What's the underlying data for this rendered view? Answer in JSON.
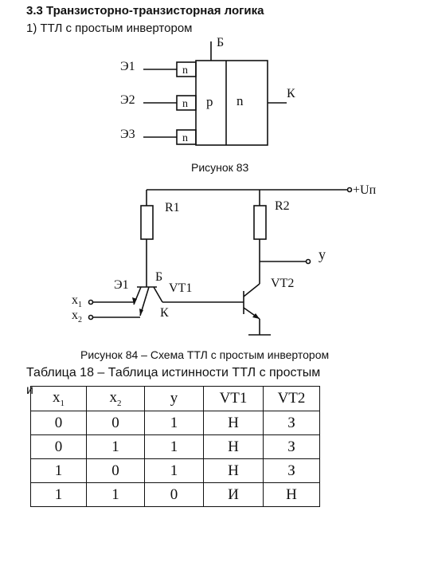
{
  "section": {
    "heading": "3.3 Транзисторно-транзисторная логика",
    "subheading": "1) ТТЛ с простым инвертором"
  },
  "figure83": {
    "caption": "Рисунок 83",
    "labels": {
      "emitter1": "Э1",
      "emitter2": "Э2",
      "emitter3": "Э3",
      "base": "Б",
      "collector": "К",
      "n": "n",
      "p": "p"
    }
  },
  "figure84": {
    "caption": "Рисунок 84 – Схема ТТЛ с простым инвертором",
    "labels": {
      "supply": "+Uп",
      "r1": "R1",
      "r2": "R2",
      "output": "y",
      "e1": "Э1",
      "base": "Б",
      "vt1": "VT1",
      "collector": "К",
      "vt2": "VT2",
      "x": "x",
      "sub1": "1",
      "sub2": "2"
    }
  },
  "table18": {
    "caption": "Таблица 18 – Таблица истинности ТТЛ с простым",
    "lead": "и",
    "headers": [
      {
        "base": "x",
        "sub": "1"
      },
      {
        "base": "x",
        "sub": "2"
      },
      {
        "base": "y",
        "sub": ""
      },
      {
        "base": "VT1",
        "sub": ""
      },
      {
        "base": "VT2",
        "sub": ""
      }
    ],
    "rows": [
      [
        "0",
        "0",
        "1",
        "Н",
        "З"
      ],
      [
        "0",
        "1",
        "1",
        "Н",
        "З"
      ],
      [
        "1",
        "0",
        "1",
        "Н",
        "З"
      ],
      [
        "1",
        "1",
        "0",
        "И",
        "Н"
      ]
    ]
  }
}
